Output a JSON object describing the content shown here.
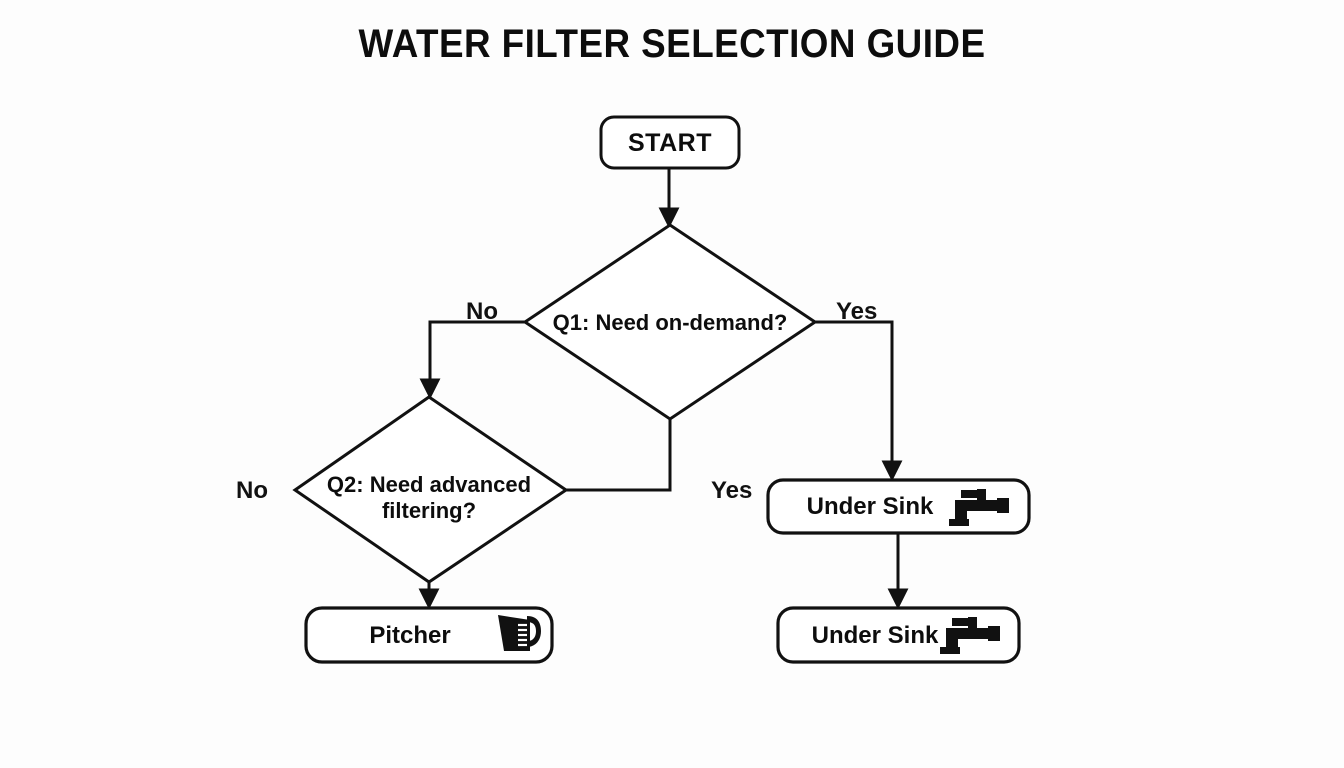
{
  "title": "WATER FILTER SELECTION GUIDE",
  "theme": {
    "background": "#fdfdfd",
    "stroke": "#111111",
    "text": "#0d0d0d",
    "node_fill": "#ffffff"
  },
  "nodes": {
    "start": {
      "label": "START",
      "shape": "rounded-rect"
    },
    "q1": {
      "label": "Q1: Need on-demand?",
      "shape": "diamond"
    },
    "q2": {
      "label": "Q2: Need advanced\nfiltering?",
      "shape": "diamond"
    },
    "pitcher": {
      "label": "Pitcher",
      "shape": "rounded-rect",
      "icon": "measuring-pitcher-icon"
    },
    "under_sink_1": {
      "label": "Under Sink",
      "shape": "rounded-rect",
      "icon": "faucet-icon"
    },
    "under_sink_2": {
      "label": "Under Sink",
      "shape": "rounded-rect",
      "icon": "faucet-icon"
    }
  },
  "edges": [
    {
      "id": "start-to-q1",
      "from": "start",
      "to": "q1",
      "label": ""
    },
    {
      "id": "q1-no",
      "from": "q1",
      "to": "q2",
      "label": "No"
    },
    {
      "id": "q1-yes",
      "from": "q1",
      "to": "under_sink_1",
      "label": "Yes"
    },
    {
      "id": "q2-yes",
      "from": "q2",
      "to": "q1",
      "label": "Yes"
    },
    {
      "id": "q2-no",
      "from": "q2",
      "to": "pitcher",
      "label": "No"
    },
    {
      "id": "sink1-to-sink2",
      "from": "under_sink_1",
      "to": "under_sink_2",
      "label": ""
    }
  ],
  "edge_labels": {
    "q1_no": "No",
    "q1_yes": "Yes",
    "q2_no": "No",
    "q2_yes": "Yes"
  }
}
